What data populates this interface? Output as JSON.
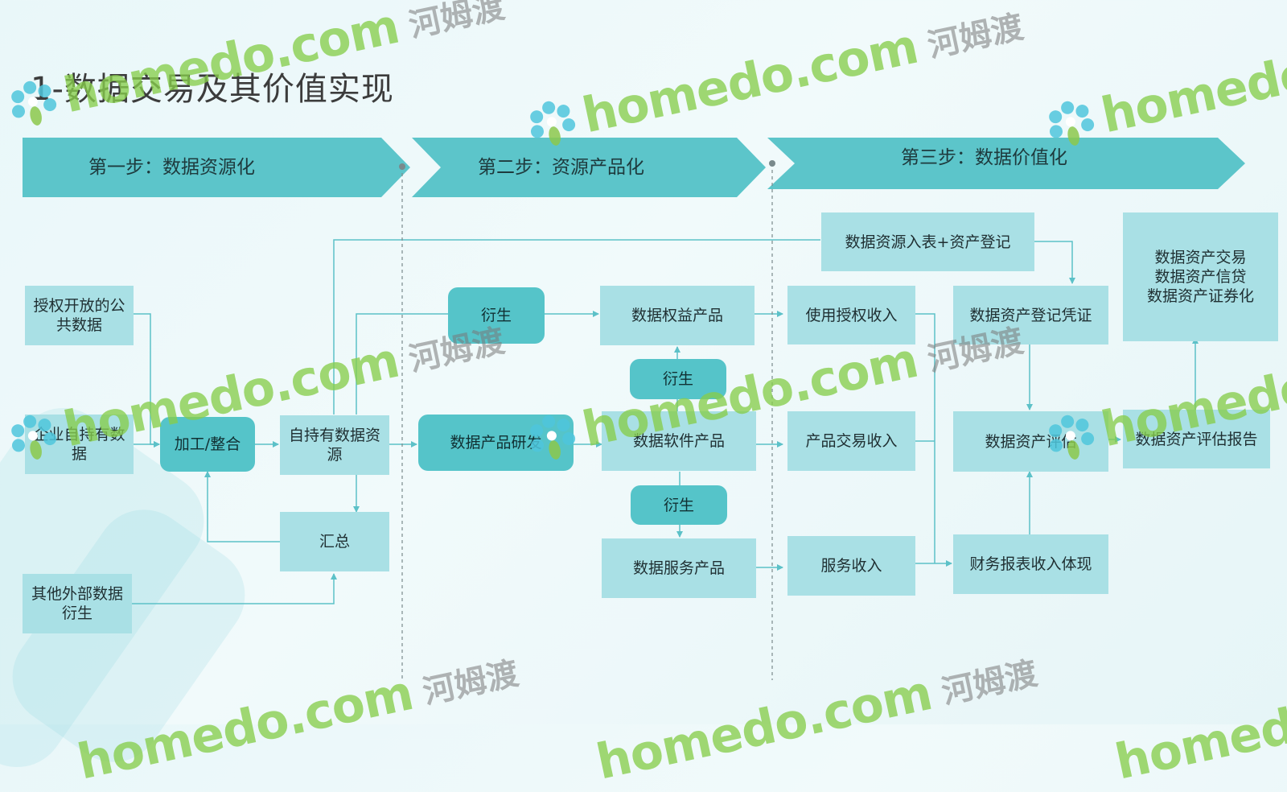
{
  "title": "1-数据交易及其价值实现",
  "steps": [
    {
      "label": "第一步：数据资源化"
    },
    {
      "label": "第二步：资源产品化"
    },
    {
      "label": "第三步：数据价值化"
    }
  ],
  "nodes": {
    "public_data": "授权开放的公共数据",
    "own_data": "企业自持有数据",
    "external_data": "其他外部数据衍生",
    "process": "加工/整合",
    "own_resource": "自持有数据资源",
    "summary": "汇总",
    "derive_top": "衍生",
    "product_rd": "数据产品研发",
    "rights_product": "数据权益产品",
    "derive_mid": "衍生",
    "software_product": "数据软件产品",
    "derive_bottom": "衍生",
    "service_product": "数据服务产品",
    "register": "数据资源入表+资产登记",
    "license_income": "使用授权收入",
    "trade_income": "产品交易收入",
    "service_income": "服务收入",
    "asset_certificate": "数据资产登记凭证",
    "asset_evaluation": "数据资产评估",
    "financial_report": "财务报表收入体现",
    "asset_finance_lines": [
      "数据资产交易",
      "数据资产信贷",
      "数据资产证券化"
    ],
    "evaluation_report": "数据资产评估报告"
  },
  "watermark": {
    "text": "homedo.com",
    "cn": "河姆渡",
    "logo_icon": "flower-logo-icon"
  },
  "colors": {
    "step_band": "#5cc5ca",
    "box_light": "#a9e0e5",
    "box_dark": "#55c4c9",
    "connector": "#5cc1c8"
  }
}
